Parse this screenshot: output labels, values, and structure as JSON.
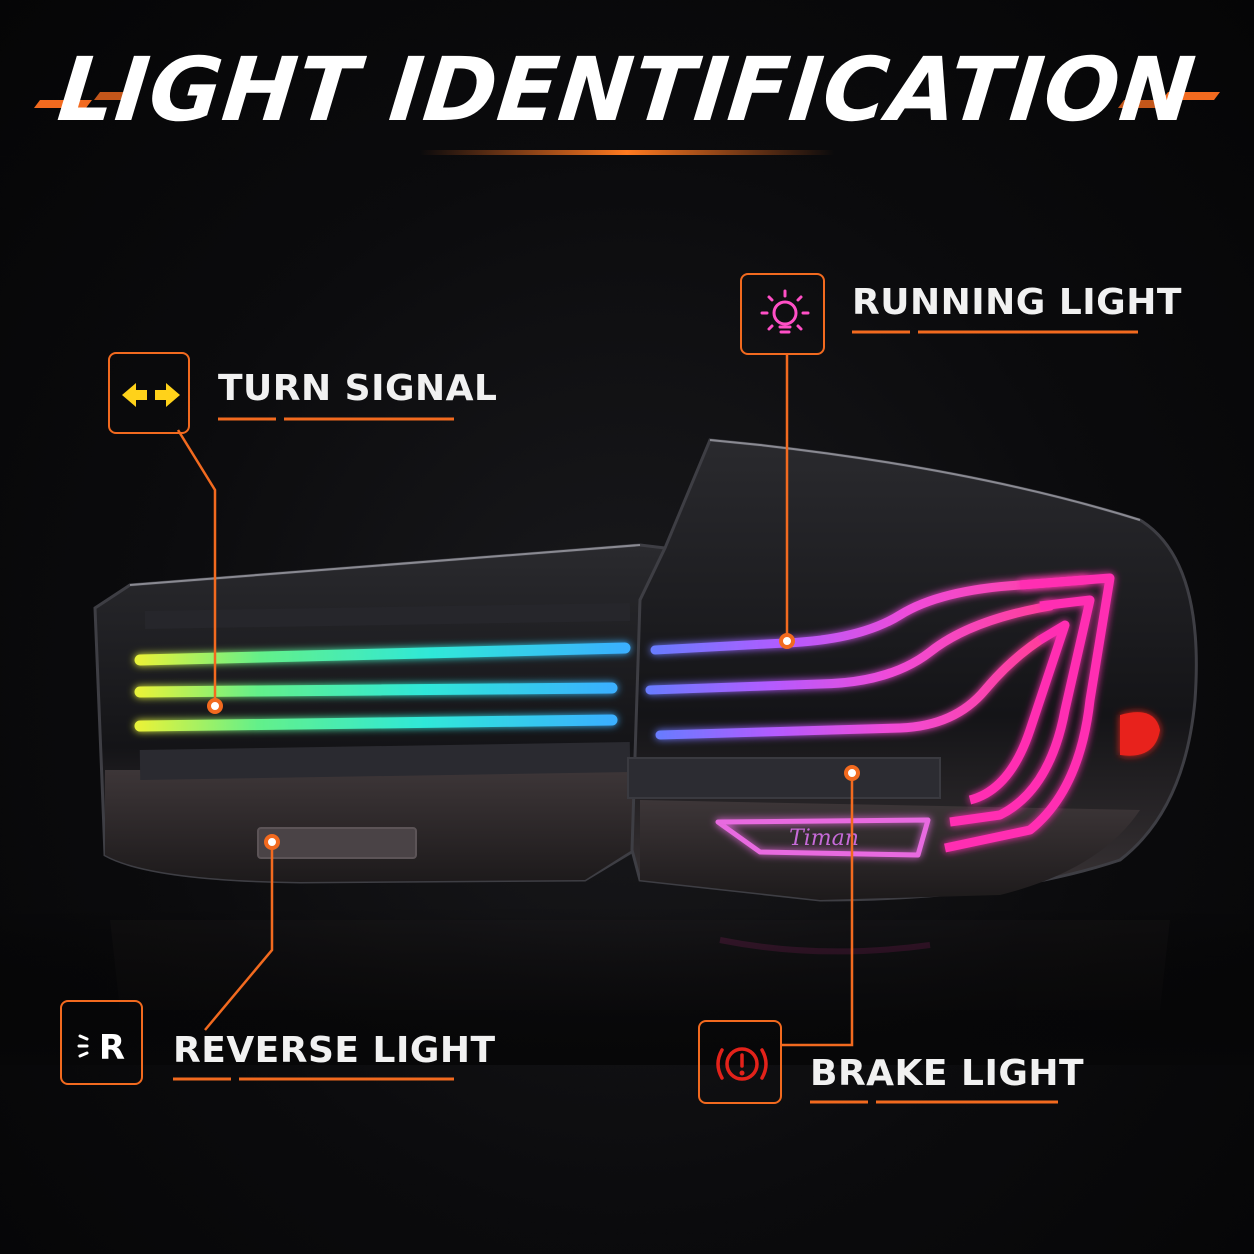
{
  "title": "LIGHT IDENTIFICATION",
  "colors": {
    "accent": "#f26a1f",
    "text": "#f1f1f1",
    "turn_icon": "#ffd21a",
    "running_icon": "#ff4fc6",
    "brake_icon": "#e3221a"
  },
  "callouts": [
    {
      "id": "turn-signal",
      "label": "TURN SIGNAL",
      "icon": "turn-arrows-icon"
    },
    {
      "id": "running-light",
      "label": "RUNNING LIGHT",
      "icon": "bulb-icon"
    },
    {
      "id": "reverse-light",
      "label": "REVERSE LIGHT",
      "icon": "reverse-r-icon"
    },
    {
      "id": "brake-light",
      "label": "BRAKE LIGHT",
      "icon": "brake-warning-icon"
    }
  ],
  "product": {
    "badge_script": "Timan"
  }
}
